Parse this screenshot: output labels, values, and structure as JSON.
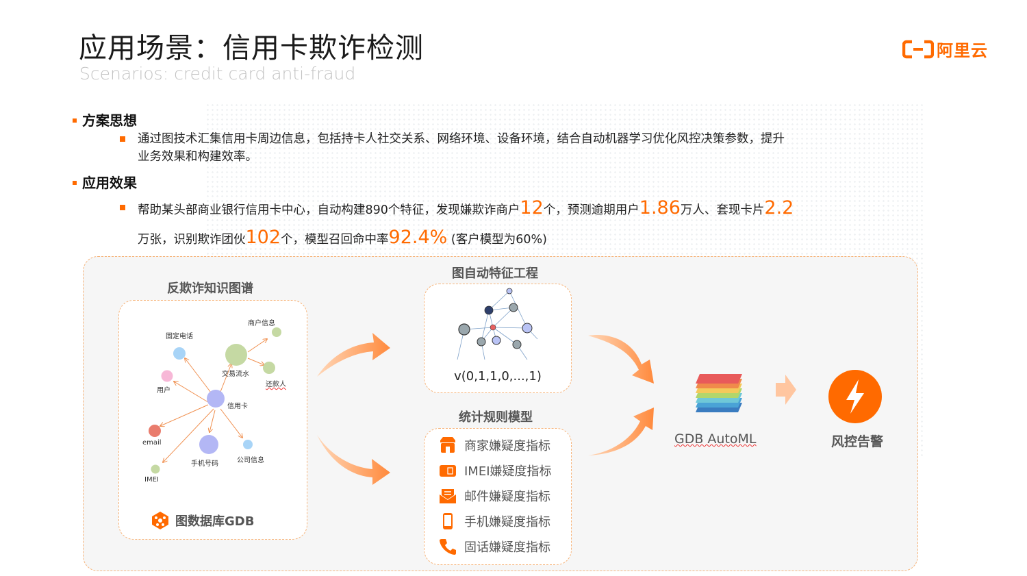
{
  "header": {
    "title": "应用场景：信用卡欺诈检测",
    "subtitle": "Scenarios: credit card anti-fraud",
    "logo_text": "阿里云"
  },
  "section1": {
    "heading": "方案思想",
    "text_line1": "通过图技术汇集信用卡周边信息，包括持卡人社交关系、网络环境、设备环境，结合自动机器学习优化风控决策参数，提升",
    "text_line2": "业务效果和构建效率。"
  },
  "section2": {
    "heading": "应用效果",
    "t1": "帮助某头部商业银行信用卡中心，自动构建890个特征，发现嫌欺诈商户",
    "v1": "12",
    "t2": "个，预测逾期用户",
    "v2": "1.86",
    "t3": "万人、套现卡片",
    "v3": "2.2",
    "t4": "万张，识别欺诈团伙",
    "v4": "102",
    "t5": "个，模型召回命中率",
    "v5": "92.4%",
    "t6": " (客户模型为60%)"
  },
  "kg": {
    "title": "反欺诈知识图谱",
    "labels": {
      "merchant": "商户信息",
      "landline": "固定电话",
      "transaction": "交易流水",
      "repayer": "还款人",
      "user": "用户",
      "card": "信用卡",
      "email": "email",
      "phone": "手机号码",
      "company": "公司信息",
      "imei": "IMEI"
    },
    "footer": "图数据库GDB"
  },
  "feature": {
    "title": "图自动特征工程",
    "vector": "v(0,1,1,0,...,1)"
  },
  "rules": {
    "title": "统计规则模型",
    "items": [
      {
        "label": "商家嫌疑度指标",
        "icon": "shop-icon"
      },
      {
        "label": "IMEI嫌疑度指标",
        "icon": "sim-card-icon"
      },
      {
        "label": "邮件嫌疑度指标",
        "icon": "mail-icon"
      },
      {
        "label": "手机嫌疑度指标",
        "icon": "mobile-phone-icon"
      },
      {
        "label": "固话嫌疑度指标",
        "icon": "telephone-icon"
      }
    ]
  },
  "automl": {
    "label": "GDB AutoML"
  },
  "alert": {
    "label": "风控告警"
  },
  "colors": {
    "accent": "#ff6a00"
  }
}
